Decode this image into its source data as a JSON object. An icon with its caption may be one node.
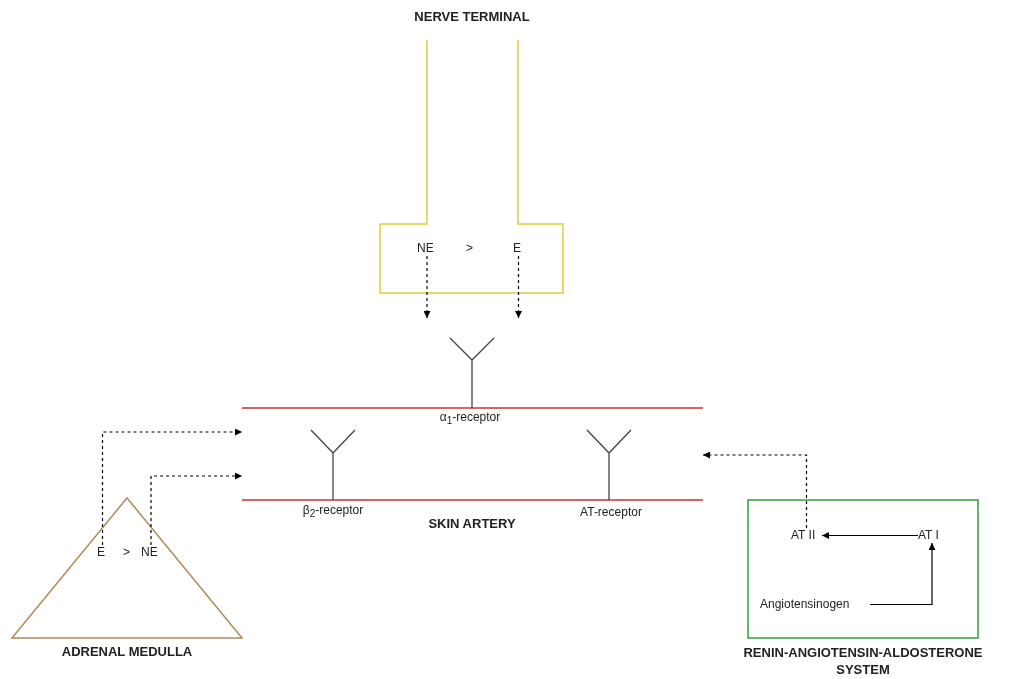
{
  "diagram": {
    "nodes": [
      {
        "text": [
          "NERVE TERMINAL"
        ]
      },
      {
        "text": [
          "NE"
        ],
        "in": 0
      },
      {
        "text": [
          "E"
        ],
        "in": 0
      },
      {
        "text": [
          "SKIN ARTERY"
        ]
      },
      {
        "text": [
          "α$_{1}$-receptor"
        ]
      },
      {
        "text": [
          "β$_{2}$-receptor"
        ],
        "in": 3
      },
      {
        "text": [
          "AT-receptor"
        ],
        "in": 3
      },
      {
        "text": [
          "ADRENAL MEDULLA"
        ]
      },
      {
        "text": [
          "E"
        ],
        "in": 7
      },
      {
        "text": [
          "NE"
        ],
        "in": 7
      },
      {
        "text": [
          "RENIN-ANGIOTENSIN-ALDOSTERONE SYSTEM"
        ]
      },
      {
        "text": [
          "AT II"
        ],
        "in": 10
      },
      {
        "text": [
          "AT I"
        ],
        "in": 10
      },
      {
        "text": [
          "Angiotensinogen"
        ],
        "in": 10
      }
    ],
    "edges": [
      {
        "from": 1,
        "to": 4,
        "arrow": "to",
        "style": "dashed"
      },
      {
        "from": 2,
        "to": 4,
        "arrow": "to",
        "style": "dashed"
      },
      {
        "from": 8,
        "to": 3,
        "arrow": "to",
        "style": "dashed"
      },
      {
        "from": 9,
        "to": 3,
        "arrow": "to",
        "style": "dashed"
      },
      {
        "from": 11,
        "to": 3,
        "arrow": "to",
        "style": "dashed"
      },
      {
        "from": 12,
        "to": 11,
        "arrow": "to"
      },
      {
        "from": 13,
        "to": 12,
        "arrow": "to"
      }
    ],
    "labels": [
      ">",
      ">"
    ]
  }
}
